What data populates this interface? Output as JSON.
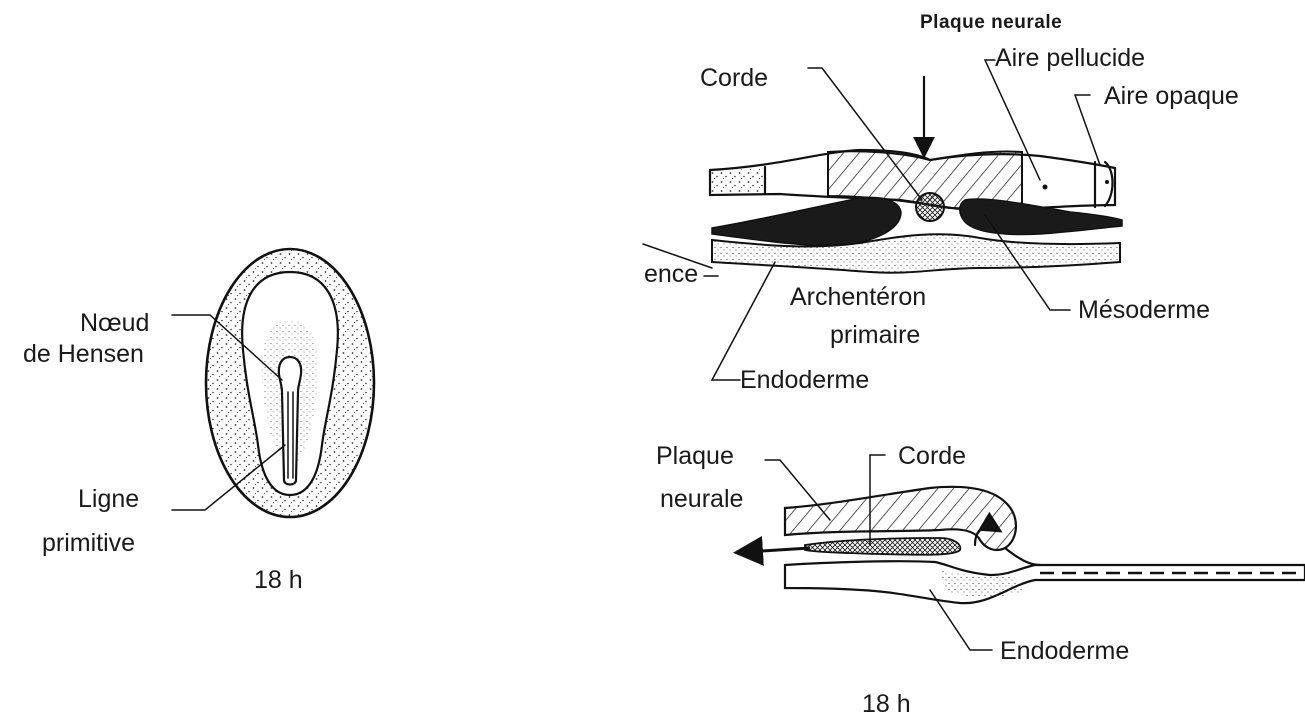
{
  "left_figure": {
    "labels": {
      "noeud_line1": "Nœud",
      "noeud_line2": "de Hensen",
      "ligne_line1": "Ligne",
      "ligne_line2": "primitive"
    },
    "caption": "18 h"
  },
  "upper_section": {
    "labels": {
      "plaque_neurale": "Plaque neurale",
      "aire_pellucide": "Aire pellucide",
      "aire_opaque": "Aire opaque",
      "corde": "Corde",
      "ence": "ence",
      "archenteron_line1": "Archentéron",
      "archenteron_line2": "primaire",
      "mesoderme": "Mésoderme",
      "endoderme": "Endoderme"
    }
  },
  "lower_section": {
    "labels": {
      "plaque_line1": "Plaque",
      "plaque_line2": "neurale",
      "corde": "Corde",
      "endoderme": "Endoderme"
    },
    "caption": "18 h"
  }
}
